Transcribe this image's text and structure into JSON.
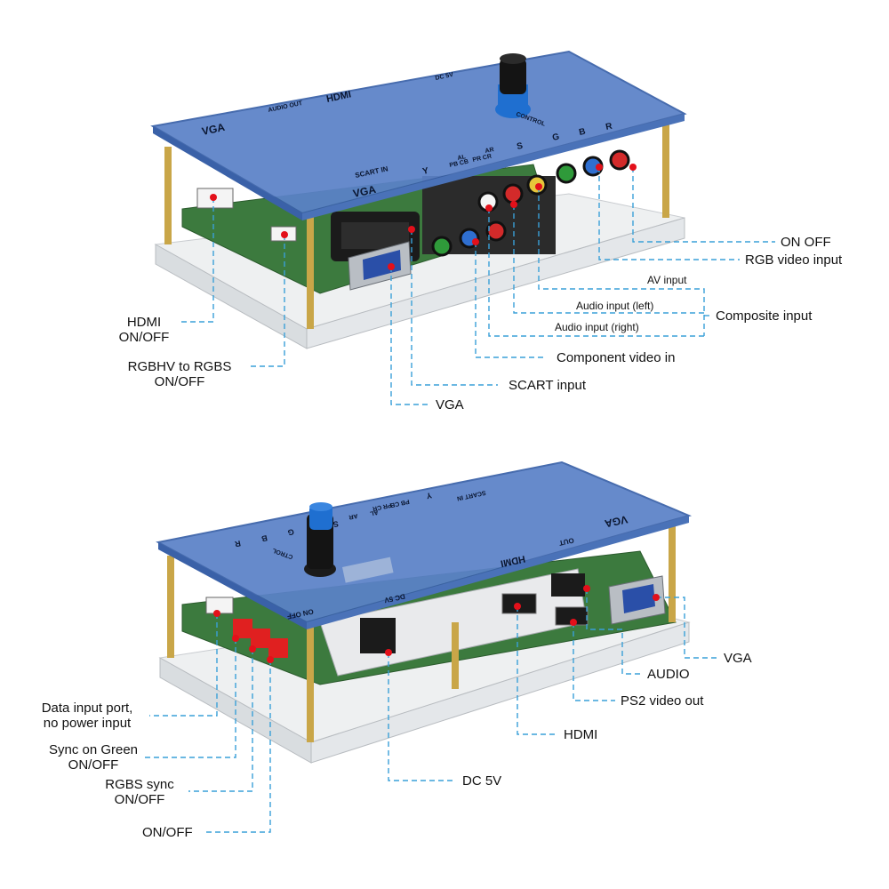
{
  "colors": {
    "acrylic_top": "#5b82c8",
    "acrylic_edge": "#3a61a8",
    "base_plate": "#f2f3f4",
    "brass_post": "#c9a648",
    "pcb_green": "#3c7a3e",
    "leader_line": "#3aa0d8",
    "marker_dot": "#e3101a",
    "knob_blue": "#1f6fd0"
  },
  "top_view": {
    "panel_labels": {
      "vga": "VGA",
      "audio_out": "AUDIO OUT",
      "hdmi": "HDMI",
      "dc5v": "DC 5V",
      "control": "CONTROL",
      "scart_in": "SCART IN",
      "vga_front": "VGA",
      "y": "Y",
      "pb_cb": "PB CB",
      "pr_cr": "PR CR",
      "al": "AL",
      "ar": "AR",
      "s": "S",
      "g": "G",
      "b": "B",
      "r": "R"
    },
    "callouts": {
      "on_off": "ON OFF",
      "rgb_video_input": "RGB video input",
      "av_input": "AV input",
      "audio_left": "Audio input (left)",
      "composite_input": "Composite input",
      "audio_right": "Audio input (right)",
      "component_video_in": "Component video in",
      "scart_input": "SCART input",
      "vga": "VGA",
      "hdmi_line1": "HDMI",
      "hdmi_line2": "ON/OFF",
      "rgbhv_line1": "RGBHV to RGBS",
      "rgbhv_line2": "ON/OFF"
    }
  },
  "bottom_view": {
    "panel_labels": {
      "vga": "VGA",
      "out": "OUT",
      "hdmi": "HDMI",
      "dc5v": "DC 5V",
      "on_off": "ON OFF",
      "ctrl": "CTROL",
      "scart_in": "SCART IN",
      "y": "Y",
      "pb_cb": "PB CB",
      "pr_cr": "PR CR",
      "al": "AL",
      "ar": "AR",
      "s": "S",
      "g": "G",
      "b": "B",
      "r": "R"
    },
    "callouts": {
      "vga": "VGA",
      "audio": "AUDIO",
      "ps2_video_out": "PS2 video out",
      "hdmi": "HDMI",
      "dc5v": "DC 5V",
      "data_port_line1": "Data input port,",
      "data_port_line2": "no power input",
      "sog_line1": "Sync on Green",
      "sog_line2": "ON/OFF",
      "rgbs_line1": "RGBS sync",
      "rgbs_line2": "ON/OFF",
      "on_off": "ON/OFF"
    }
  }
}
